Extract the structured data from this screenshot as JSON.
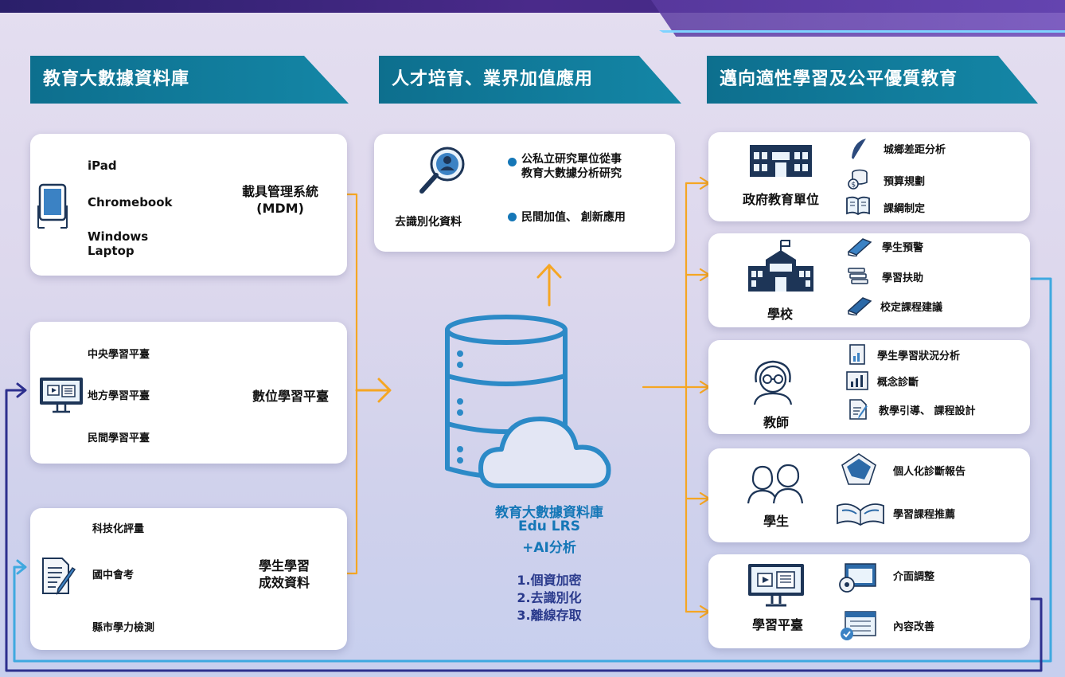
{
  "headers": {
    "left": "教育大數據資料庫",
    "middle": "人才培育、業界加值應用",
    "right": "邁向適性學習及公平優質教育"
  },
  "devices": {
    "items": [
      "iPad",
      "Chromebook",
      "Windows\nLaptop"
    ],
    "target": "載具管理系統\n(MDM)"
  },
  "platforms": {
    "items": [
      "中央學習平臺",
      "地方學習平臺",
      "民間學習平臺"
    ],
    "target": "數位學習平臺"
  },
  "assessments": {
    "items": [
      "科技化評量",
      "國中會考",
      "縣市學力檢測"
    ],
    "target": "學生學習\n成效資料"
  },
  "deid": {
    "label": "去識別化資料",
    "bullets": [
      "公私立研究單位從事\n教育大數據分析研究",
      "民間加值、 創新應用"
    ]
  },
  "center": {
    "title_lines": [
      "教育大數據資料庫",
      "Edu LRS",
      "+AI分析"
    ],
    "steps": [
      "1.個資加密",
      "2.去識別化",
      "3.離線存取"
    ]
  },
  "outcomes": [
    {
      "label": "政府教育單位",
      "items": [
        "城鄉差距分析",
        "預算規劃",
        "課綱制定"
      ]
    },
    {
      "label": "學校",
      "items": [
        "學生預警",
        "學習扶助",
        "校定課程建議"
      ]
    },
    {
      "label": "教師",
      "items": [
        "學生學習狀況分析",
        "概念診斷",
        "教學引導、 課程設計"
      ]
    },
    {
      "label": "學生",
      "items": [
        "個人化診斷報告",
        "學習課程推薦"
      ]
    },
    {
      "label": "學習平臺",
      "items": [
        "介面調整",
        "內容改善"
      ]
    }
  ],
  "colors": {
    "header": "#1486a6",
    "orange": "#f5a623",
    "brand_blue": "#1577b7",
    "loop_navy": "#2d2f8e",
    "loop_light": "#3fa9e0"
  }
}
